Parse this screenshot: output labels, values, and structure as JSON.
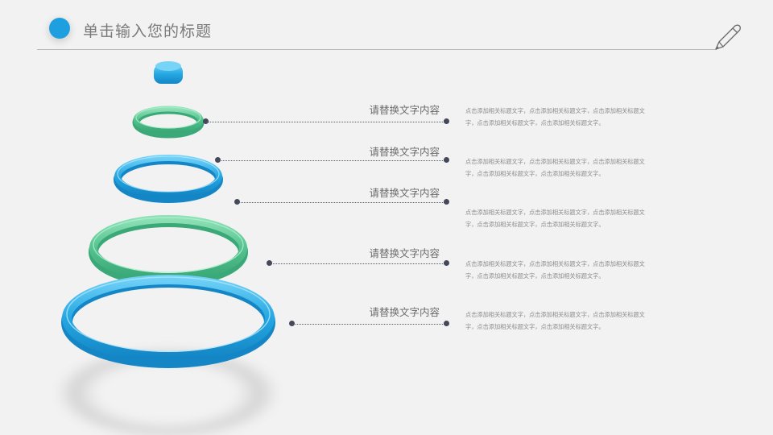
{
  "header": {
    "title": "单击输入您的标题"
  },
  "colors": {
    "accent_blue": "#1ea0e0",
    "accent_green": "#52c08e",
    "text_gray": "#6b6b6b"
  },
  "icons": {
    "corner": "pen-icon"
  },
  "items": [
    {
      "label": "请替换文字内容",
      "desc": "点击添加相关标题文字，点击添加相关标题文字，点击添加相关标题文字，点击添加相关标题文字，点击添加相关标题文字。"
    },
    {
      "label": "请替换文字内容",
      "desc": "点击添加相关标题文字，点击添加相关标题文字，点击添加相关标题文字，点击添加相关标题文字，点击添加相关标题文字。"
    },
    {
      "label": "请替换文字内容",
      "desc": "点击添加相关标题文字，点击添加相关标题文字，点击添加相关标题文字，点击添加相关标题文字，点击添加相关标题文字。"
    },
    {
      "label": "请替换文字内容",
      "desc": "点击添加相关标题文字，点击添加相关标题文字，点击添加相关标题文字，点击添加相关标题文字，点击添加相关标题文字。"
    },
    {
      "label": "请替换文字内容",
      "desc": "点击添加相关标题文字，点击添加相关标题文字，点击添加相关标题文字，点击添加相关标题文字，点击添加相关标题文字。"
    }
  ]
}
